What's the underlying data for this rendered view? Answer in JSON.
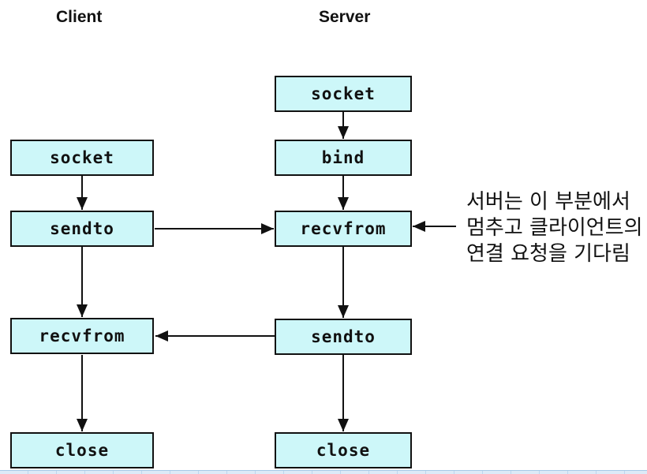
{
  "diagram": {
    "client": {
      "heading": "Client",
      "steps": [
        "socket",
        "sendto",
        "recvfrom",
        "close"
      ]
    },
    "server": {
      "heading": "Server",
      "steps": [
        "socket",
        "bind",
        "recvfrom",
        "sendto",
        "close"
      ]
    },
    "annotation": {
      "line1": "서버는 이 부분에서",
      "line2": "멈추고 클라이언트의",
      "line3": "연결 요청을 기다림"
    },
    "colors": {
      "box_fill": "#cdf7f9",
      "box_border": "#111111",
      "arrow": "#111111",
      "text": "#111111",
      "strip_fill": "#dceaf7",
      "strip_border": "#a6c8e6",
      "strip_tick": "#bcd6ee"
    }
  }
}
